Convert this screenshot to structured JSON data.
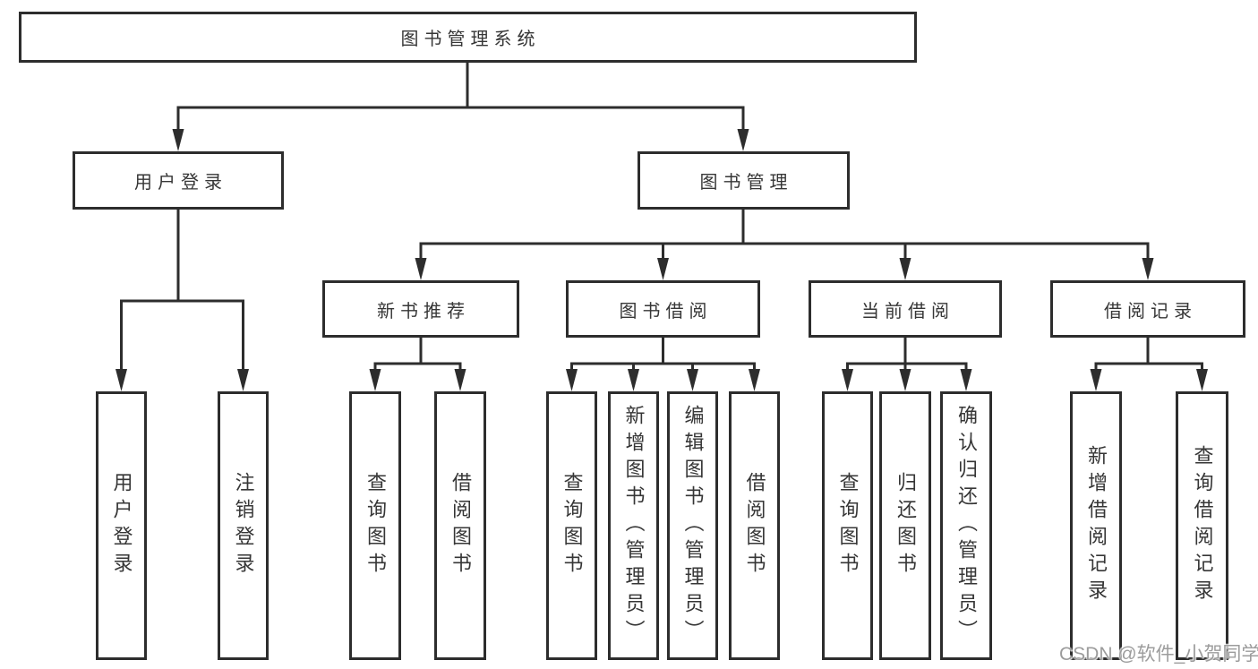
{
  "tree": {
    "root": {
      "label": "图书管理系统"
    },
    "branches": [
      {
        "label": "用户登录",
        "children": [
          {
            "label": "用户登录"
          },
          {
            "label": "注销登录"
          }
        ]
      },
      {
        "label": "图书管理",
        "children": [
          {
            "label": "新书推荐",
            "children": [
              {
                "label": "查询图书"
              },
              {
                "label": "借阅图书"
              }
            ]
          },
          {
            "label": "图书借阅",
            "children": [
              {
                "label": "查询图书"
              },
              {
                "label": "新增图书（管理员）"
              },
              {
                "label": "编辑图书（管理员）"
              },
              {
                "label": "借阅图书"
              }
            ]
          },
          {
            "label": "当前借阅",
            "children": [
              {
                "label": "查询图书"
              },
              {
                "label": "归还图书"
              },
              {
                "label": "确认归还（管理员）"
              }
            ]
          },
          {
            "label": "借阅记录",
            "children": [
              {
                "label": "新增借阅记录"
              },
              {
                "label": "查询借阅记录"
              }
            ]
          }
        ]
      }
    ]
  },
  "watermark": "CSDN @软件_小贺同学",
  "colors": {
    "line": "#2d2d2d",
    "text": "#363636",
    "background": "#ffffff",
    "watermark": "#9c9c9c"
  }
}
